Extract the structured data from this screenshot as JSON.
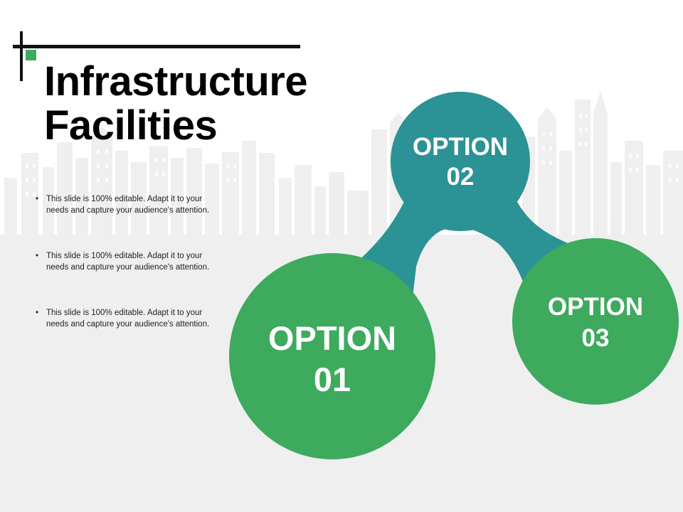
{
  "title": {
    "line1": "Infrastructure",
    "line2": "Facilities"
  },
  "bullets": [
    "This slide is 100% editable. Adapt it to your needs and capture your audience's attention.",
    "This slide is 100% editable. Adapt it to your needs and capture your audience's attention.",
    "This slide is 100% editable. Adapt it to your needs and capture your audience's attention."
  ],
  "options": [
    {
      "word": "OPTION",
      "number": "01"
    },
    {
      "word": "OPTION",
      "number": "02"
    },
    {
      "word": "OPTION",
      "number": "03"
    }
  ],
  "colors": {
    "green": "#3daa5e",
    "teal": "#2b9295",
    "skyline": "#ededed",
    "accent_square": "#3daa5e",
    "lines": "#111111"
  }
}
